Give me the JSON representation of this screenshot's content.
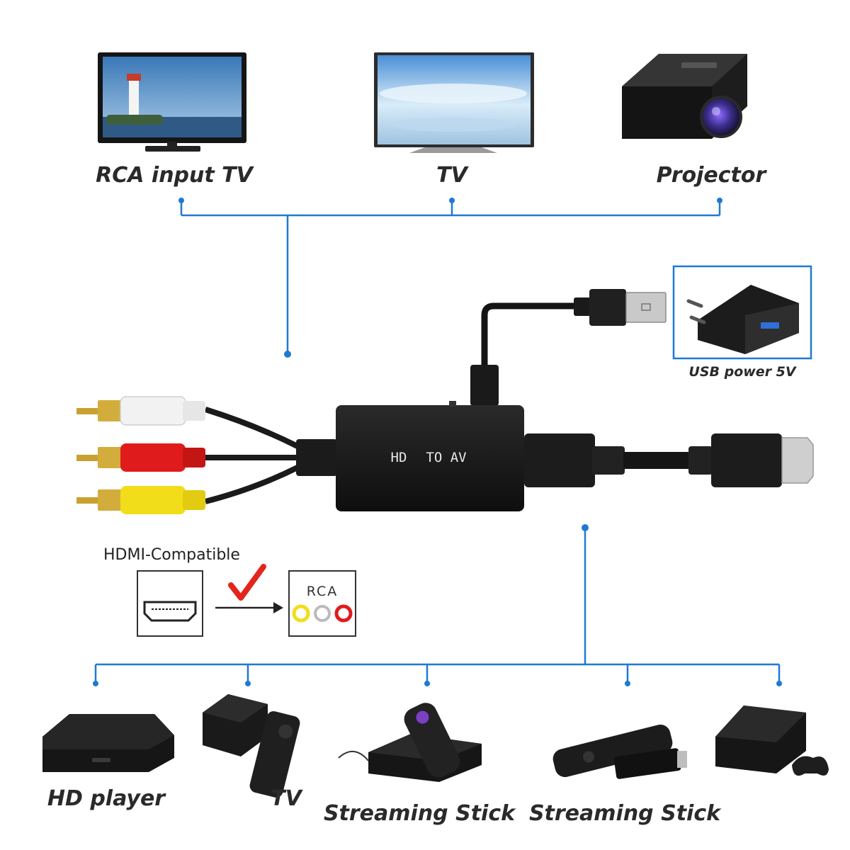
{
  "top_devices": [
    {
      "label": "RCA input TV",
      "icon": "crt-tv-icon"
    },
    {
      "label": "TV",
      "icon": "flat-tv-icon"
    },
    {
      "label": "Projector",
      "icon": "projector-icon"
    }
  ],
  "converter": {
    "label_left": "HD",
    "label_right": "TO AV"
  },
  "power": {
    "label": "USB power 5V",
    "icon": "usb-wall-charger-icon"
  },
  "signal_flow": {
    "source_label": "HDMI-Compatible",
    "target_label": "RCA",
    "check_icon": "red-checkmark-icon"
  },
  "bottom_devices": [
    {
      "label": "HD player",
      "icon": "media-box-icon"
    },
    {
      "label": "TV",
      "icon": "apple-tv-icon"
    },
    {
      "label": "Streaming Stick",
      "icon": "roku-box-icon"
    },
    {
      "label": "Streaming Stick",
      "icon": "fire-stick-icon"
    },
    {
      "label": "",
      "icon": "game-console-icon"
    }
  ],
  "colors": {
    "connector_line": "#1f7ad1",
    "rca_white": "#f2f2f2",
    "rca_red": "#e01b1b",
    "rca_yellow": "#f2dd1a",
    "device_black": "#1b1b1b",
    "check_red": "#e3261b"
  }
}
